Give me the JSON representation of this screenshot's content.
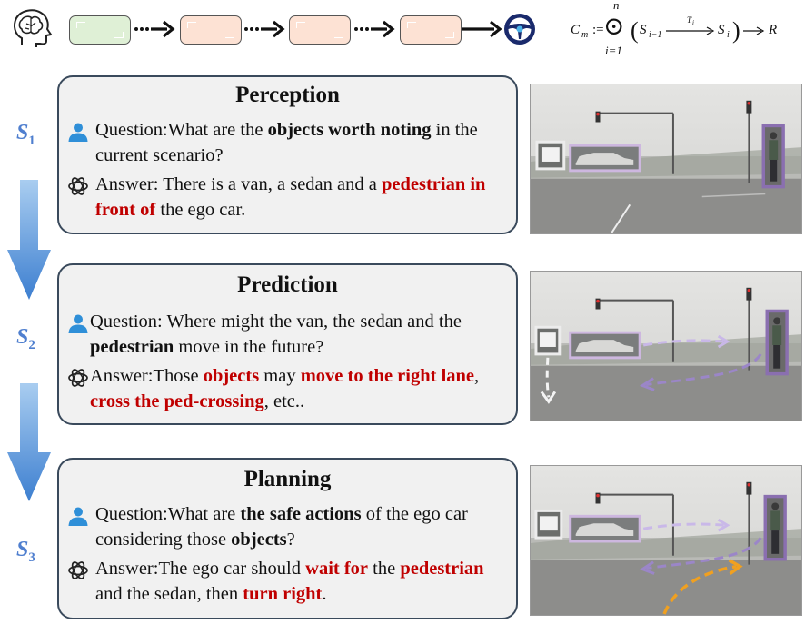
{
  "pipeline": {
    "chips": [
      "green",
      "peach",
      "peach",
      "peach"
    ]
  },
  "formula": {
    "lhs": "C",
    "lhs_sub": "m",
    "assign": ":=",
    "upper": "n",
    "lower": "i=1",
    "operator": "⊙",
    "s_prev": "S",
    "s_prev_sub": "i−1",
    "t": "T",
    "t_sub": "i",
    "s_i": "S",
    "s_i_sub": "i",
    "result": "R"
  },
  "steps": [
    {
      "label": "S",
      "sub": "1",
      "title": "Perception",
      "question": [
        "Question:What are the ",
        {
          "b": "objects worth noting"
        },
        " in the current scenario?"
      ],
      "answer": [
        "Answer: There is a van, a sedan and a ",
        {
          "r": "pedestrian in front of"
        },
        " the ego car."
      ]
    },
    {
      "label": "S",
      "sub": "2",
      "title": "Prediction",
      "question": [
        "Question: Where might the van, the sedan and the ",
        {
          "b": "pedestrian"
        },
        " move in the future?"
      ],
      "answer": [
        "Answer:Those ",
        {
          "r": "objects"
        },
        " may ",
        {
          "r": "move to the right lane"
        },
        ", ",
        {
          "r": "cross the ped-crossing"
        },
        ", etc.."
      ]
    },
    {
      "label": "S",
      "sub": "3",
      "title": "Planning",
      "question": [
        "Question:What are ",
        {
          "b": "the safe actions"
        },
        " of the ego car considering those ",
        {
          "b": "objects"
        },
        "?"
      ],
      "answer": [
        "Answer:The ego car should ",
        {
          "r": "wait for"
        },
        " the ",
        {
          "r": "pedestrian"
        },
        " and the sedan, then ",
        {
          "r": "turn right"
        },
        "."
      ]
    }
  ],
  "colors": {
    "accent_red": "#c00000",
    "step_label_blue": "#4f7fcf",
    "arrow_blue": "#4a8ad6",
    "card_bg": "#f1f1f1",
    "box_purple": "#8a6fb0"
  }
}
